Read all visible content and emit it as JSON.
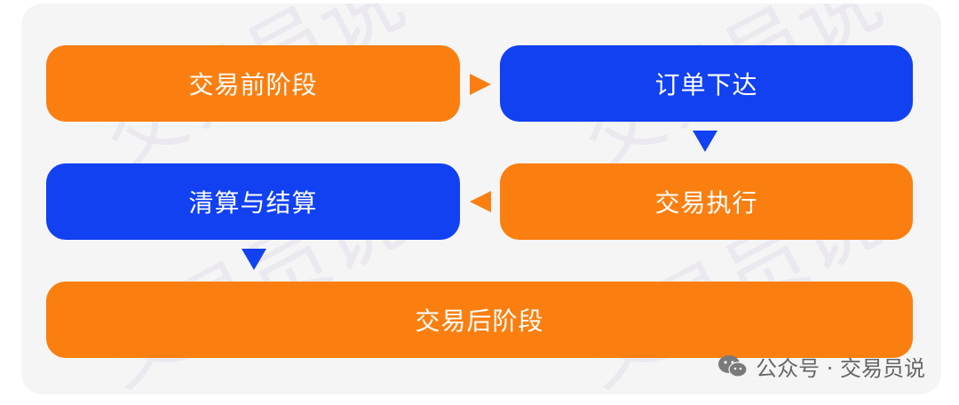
{
  "watermark": {
    "text": "交易员说"
  },
  "stages": {
    "pre_trade": "交易前阶段",
    "order_placement": "订单下达",
    "trade_execution": "交易执行",
    "clearing_settlement": "清算与结算",
    "post_trade": "交易后阶段"
  },
  "footer": {
    "account": "公众号 · 交易员说",
    "icon": "wechat-icon"
  },
  "colors": {
    "orange": "#fa7f10",
    "blue": "#1241f2",
    "background": "#f5f5f6"
  }
}
